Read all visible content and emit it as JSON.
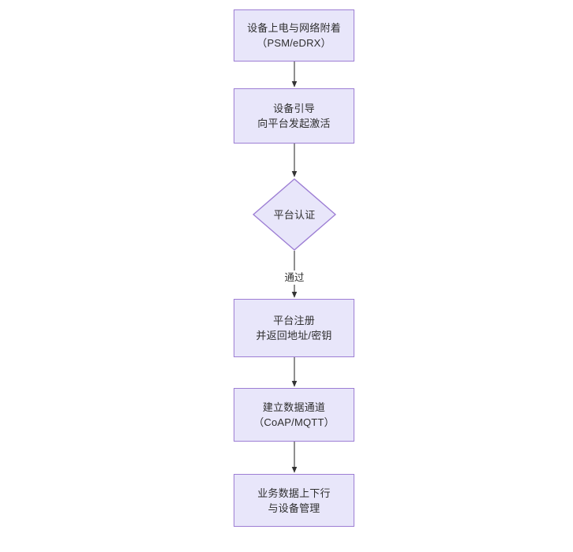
{
  "diagram": {
    "type": "flowchart",
    "orientation": "top-to-bottom",
    "theme": {
      "node_fill": "#e8e6fa",
      "node_border": "#9d7ed4",
      "text_color": "#2f2f2f",
      "edge_color": "#333333",
      "background": "#ffffff"
    },
    "nodes": [
      {
        "id": "power-attach",
        "shape": "process",
        "line1": "设备上电与网络附着",
        "line2": "（PSM/eDRX）",
        "text": "设备上电与网络附着\n（PSM/eDRX）"
      },
      {
        "id": "bootstrap",
        "shape": "process",
        "line1": "设备引导",
        "line2": "向平台发起激活",
        "text": "设备引导\n向平台发起激活"
      },
      {
        "id": "auth",
        "shape": "decision",
        "line1": "平台认证",
        "line2": "",
        "text": "平台认证"
      },
      {
        "id": "register",
        "shape": "process",
        "line1": "平台注册",
        "line2": "并返回地址/密钥",
        "text": "平台注册\n并返回地址/密钥"
      },
      {
        "id": "datachannel",
        "shape": "process",
        "line1": "建立数据通道",
        "line2": "（CoAP/MQTT）",
        "text": "建立数据通道\n（CoAP/MQTT）"
      },
      {
        "id": "business",
        "shape": "process",
        "line1": "业务数据上下行",
        "line2": "与设备管理",
        "text": "业务数据上下行\n与设备管理"
      }
    ],
    "edges": [
      {
        "id": "e1",
        "from": "power-attach",
        "to": "bootstrap",
        "label": ""
      },
      {
        "id": "e2",
        "from": "bootstrap",
        "to": "auth",
        "label": ""
      },
      {
        "id": "e3",
        "from": "auth",
        "to": "register",
        "label": "通过"
      },
      {
        "id": "e4",
        "from": "register",
        "to": "datachannel",
        "label": ""
      },
      {
        "id": "e5",
        "from": "datachannel",
        "to": "business",
        "label": ""
      }
    ]
  }
}
